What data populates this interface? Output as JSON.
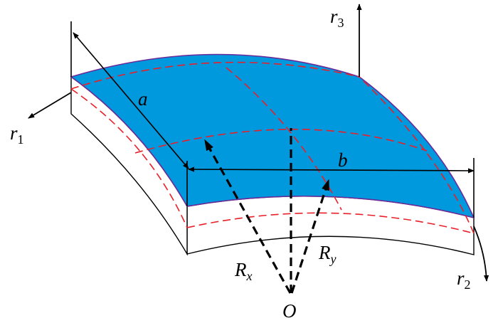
{
  "labels": {
    "a": "a",
    "b": "b",
    "r1": {
      "base": "r",
      "sub": "1"
    },
    "r2": {
      "base": "r",
      "sub": "2"
    },
    "r3": {
      "base": "r",
      "sub": "3"
    },
    "Rx": {
      "base": "R",
      "sub": "x"
    },
    "Ry": {
      "base": "R",
      "sub": "y"
    },
    "O": "O"
  },
  "colors": {
    "top_surface": "#0099dd",
    "surface_outline": "#6a2a9a",
    "mid_plane_dash": "#e8202a",
    "ink": "#000000"
  }
}
